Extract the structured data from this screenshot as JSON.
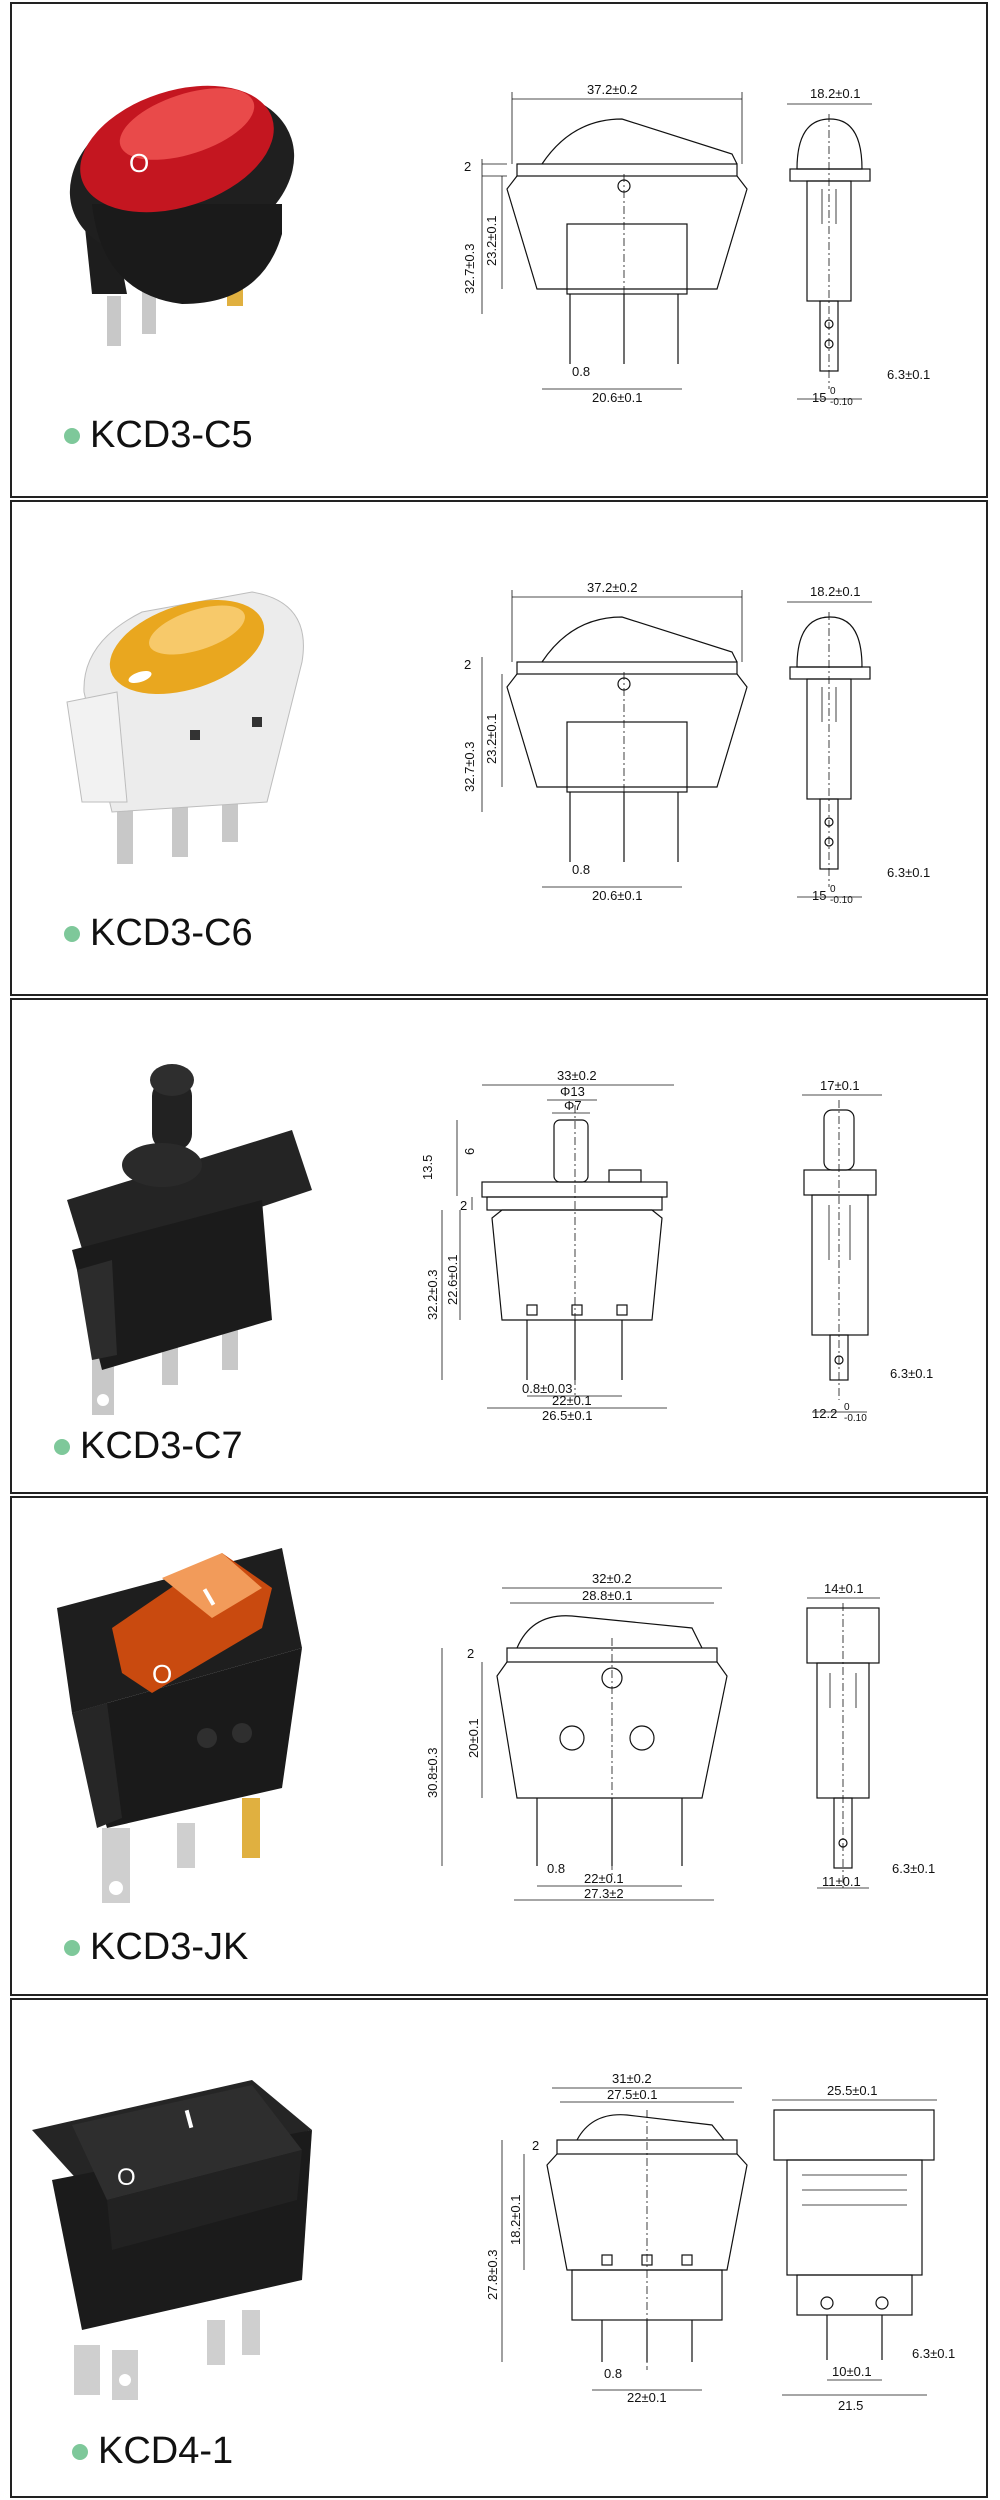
{
  "accent_dot_color": "#7ec89a",
  "products": [
    {
      "model": "KCD3-C5",
      "dims": {
        "top": "37.2±0.2",
        "h_total": "32.7±0.3",
        "h_body": "23.2±0.1",
        "gap": "2",
        "pin": "0.8",
        "pin_span": "20.6±0.1",
        "side_top": "18.2±0.1",
        "side_pin": "6.3±0.1",
        "side_bottom": "15",
        "side_tol_up": "0",
        "side_tol_dn": "-0.10"
      }
    },
    {
      "model": "KCD3-C6",
      "dims": {
        "top": "37.2±0.2",
        "h_total": "32.7±0.3",
        "h_body": "23.2±0.1",
        "gap": "2",
        "pin": "0.8",
        "pin_span": "20.6±0.1",
        "side_top": "18.2±0.1",
        "side_pin": "6.3±0.1",
        "side_bottom": "15",
        "side_tol_up": "0",
        "side_tol_dn": "-0.10"
      }
    },
    {
      "model": "KCD3-C7",
      "dims": {
        "top": "33±0.2",
        "d1": "Φ13",
        "d2": "Φ7",
        "h_cap": "13.5",
        "cap_inner": "6",
        "gap": "2",
        "h_total": "32.2±0.3",
        "h_body": "22.6±0.1",
        "pin": "0.8±0.03",
        "pin_span": "22±0.1",
        "bottom": "26.5±0.1",
        "side_top": "17±0.1",
        "side_pin": "6.3±0.1",
        "side_bottom": "12.2",
        "side_tol_up": "0",
        "side_tol_dn": "-0.10"
      }
    },
    {
      "model": "KCD3-JK",
      "dims": {
        "top": "32±0.2",
        "inner": "28.8±0.1",
        "gap": "2",
        "h_total": "30.8±0.3",
        "h_body": "20±0.1",
        "pin": "0.8",
        "pin_span": "22±0.1",
        "bottom": "27.3±2",
        "side_top": "14±0.1",
        "side_pin": "6.3±0.1",
        "side_bottom": "11±0.1"
      }
    },
    {
      "model": "KCD4-1",
      "dims": {
        "top": "31±0.2",
        "inner": "27.5±0.1",
        "gap": "2",
        "h_total": "27.8±0.3",
        "h_body": "18.2±0.1",
        "pin": "0.8",
        "pin_span": "22±0.1",
        "side_top": "25.5±0.1",
        "side_pin": "6.3±0.1",
        "side_mid": "10±0.1",
        "side_bottom": "21.5"
      }
    }
  ]
}
